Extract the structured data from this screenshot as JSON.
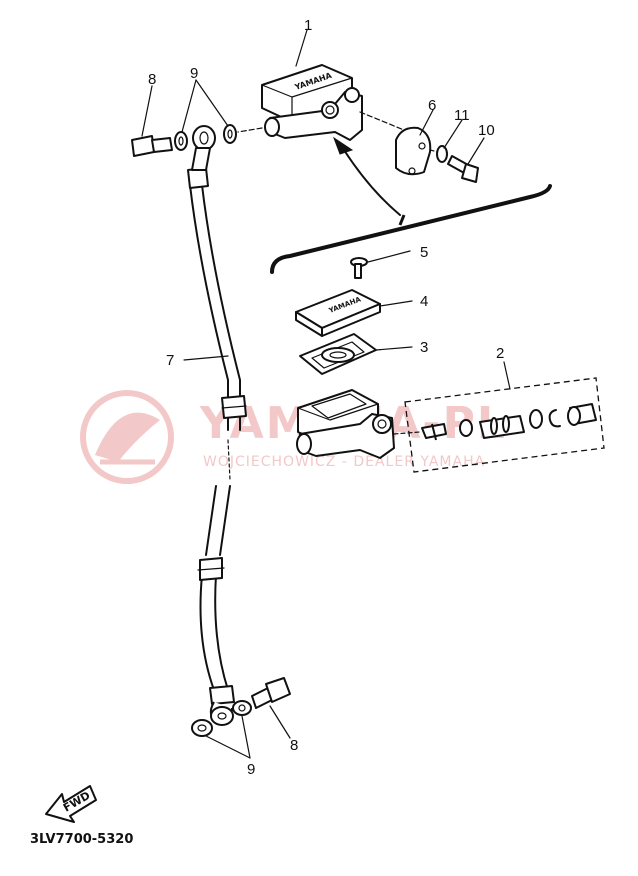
{
  "diagram": {
    "part_code": "3LV7700-5320",
    "fwd_label": "FWD",
    "watermark": {
      "main_text": "YAMAHA-PL",
      "sub_text": "WOJCIECHOWICZ - DEALER YAMAHA"
    },
    "brand_text": "YAMAHA",
    "callouts": {
      "c1": "1",
      "c2": "2",
      "c3": "3",
      "c4": "4",
      "c5": "5",
      "c6": "6",
      "c7": "7",
      "c8_top": "8",
      "c8_bottom": "8",
      "c9_top": "9",
      "c9_bottom": "9",
      "c10": "10",
      "c11": "11"
    }
  }
}
